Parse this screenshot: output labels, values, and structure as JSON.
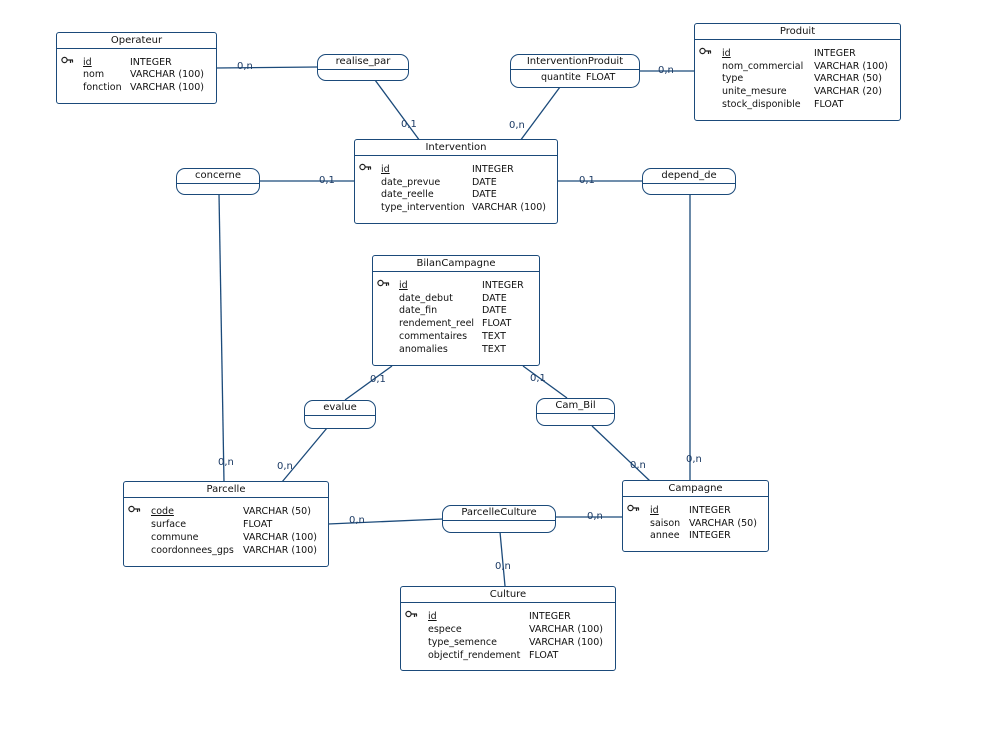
{
  "entities": {
    "operateur": {
      "title": "Operateur",
      "attrs": [
        {
          "name": "id",
          "type": "INTEGER"
        },
        {
          "name": "nom",
          "type": "VARCHAR (100)"
        },
        {
          "name": "fonction",
          "type": "VARCHAR (100)"
        }
      ]
    },
    "produit": {
      "title": "Produit",
      "attrs": [
        {
          "name": "id",
          "type": "INTEGER"
        },
        {
          "name": "nom_commercial",
          "type": "VARCHAR (100)"
        },
        {
          "name": "type",
          "type": "VARCHAR (50)"
        },
        {
          "name": "unite_mesure",
          "type": "VARCHAR (20)"
        },
        {
          "name": "stock_disponible",
          "type": "FLOAT"
        }
      ]
    },
    "intervention": {
      "title": "Intervention",
      "attrs": [
        {
          "name": "id",
          "type": "INTEGER"
        },
        {
          "name": "date_prevue",
          "type": "DATE"
        },
        {
          "name": "date_reelle",
          "type": "DATE"
        },
        {
          "name": "type_intervention",
          "type": "VARCHAR (100)"
        }
      ]
    },
    "bilan": {
      "title": "BilanCampagne",
      "attrs": [
        {
          "name": "id",
          "type": "INTEGER"
        },
        {
          "name": "date_debut",
          "type": "DATE"
        },
        {
          "name": "date_fin",
          "type": "DATE"
        },
        {
          "name": "rendement_reel",
          "type": "FLOAT"
        },
        {
          "name": "commentaires",
          "type": "TEXT"
        },
        {
          "name": "anomalies",
          "type": "TEXT"
        }
      ]
    },
    "parcelle": {
      "title": "Parcelle",
      "attrs": [
        {
          "name": "code",
          "type": "VARCHAR (50)"
        },
        {
          "name": "surface",
          "type": "FLOAT"
        },
        {
          "name": "commune",
          "type": "VARCHAR (100)"
        },
        {
          "name": "coordonnees_gps",
          "type": "VARCHAR (100)"
        }
      ]
    },
    "campagne": {
      "title": "Campagne",
      "attrs": [
        {
          "name": "id",
          "type": "INTEGER"
        },
        {
          "name": "saison",
          "type": "VARCHAR (50)"
        },
        {
          "name": "annee",
          "type": "INTEGER"
        }
      ]
    },
    "culture": {
      "title": "Culture",
      "attrs": [
        {
          "name": "id",
          "type": "INTEGER"
        },
        {
          "name": "espece",
          "type": "VARCHAR (100)"
        },
        {
          "name": "type_semence",
          "type": "VARCHAR (100)"
        },
        {
          "name": "objectif_rendement",
          "type": "FLOAT"
        }
      ]
    }
  },
  "associations": {
    "realise_par": {
      "title": "realise_par"
    },
    "intervention_produit": {
      "title": "InterventionProduit",
      "attr_name": "quantite",
      "attr_type": "FLOAT"
    },
    "concerne": {
      "title": "concerne"
    },
    "depend_de": {
      "title": "depend_de"
    },
    "evalue": {
      "title": "evalue"
    },
    "cam_bil": {
      "title": "Cam_Bil"
    },
    "parcelle_culture": {
      "title": "ParcelleCulture"
    }
  },
  "cardinalities": {
    "operateur_realise": "0,n",
    "intervention_realise": "0,1",
    "intervention_ip": "0,n",
    "produit_ip": "0,n",
    "intervention_concerne": "0,1",
    "parcelle_concerne": "0,n",
    "intervention_depend": "0,1",
    "campagne_depend": "0,n",
    "bilan_evalue": "0,1",
    "parcelle_evalue": "0,n",
    "bilan_cambil": "0,1",
    "campagne_cambil": "0,n",
    "parcelle_pc": "0,n",
    "campagne_pc": "0,n",
    "culture_pc": "0,n"
  }
}
